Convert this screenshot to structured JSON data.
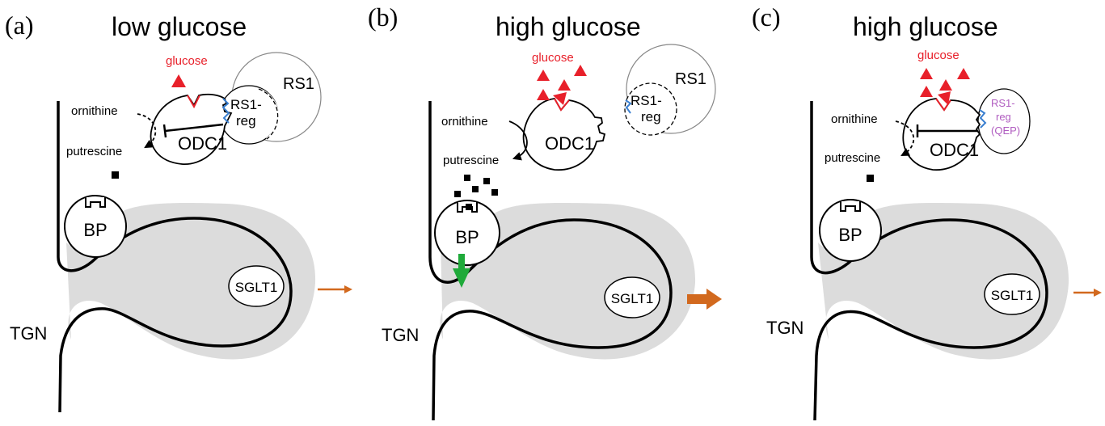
{
  "panels": [
    {
      "letter": "(a)",
      "title": "low glucose",
      "glucose_label": "glucose",
      "rs1_label": "RS1",
      "rs1reg_line1": "RS1-",
      "rs1reg_line2": "reg",
      "ornithine": "ornithine",
      "putrescine": "putrescine",
      "odc1": "ODC1",
      "bp": "BP",
      "sglt1": "SGLT1",
      "tgn": "TGN"
    },
    {
      "letter": "(b)",
      "title": "high glucose",
      "glucose_label": "glucose",
      "rs1_label": "RS1",
      "rs1reg_line1": "RS1-",
      "rs1reg_line2": "reg",
      "ornithine": "ornithine",
      "putrescine": "putrescine",
      "odc1": "ODC1",
      "bp": "BP",
      "sglt1": "SGLT1",
      "tgn": "TGN"
    },
    {
      "letter": "(c)",
      "title": "high glucose",
      "glucose_label": "glucose",
      "qep_line1": "RS1-",
      "qep_line2": "reg",
      "qep_line3": "(QEP)",
      "ornithine": "ornithine",
      "putrescine": "putrescine",
      "odc1": "ODC1",
      "bp": "BP",
      "sglt1": "SGLT1",
      "tgn": "TGN"
    }
  ],
  "colors": {
    "glucose": "#e8202a",
    "qep_text": "#b05cc0",
    "rs1_reg_binding": "#3a7fd0",
    "green_arrow": "#1faa3a",
    "orange_arrow": "#d2691e",
    "vesicle_shadow": "#dcdcdc"
  }
}
